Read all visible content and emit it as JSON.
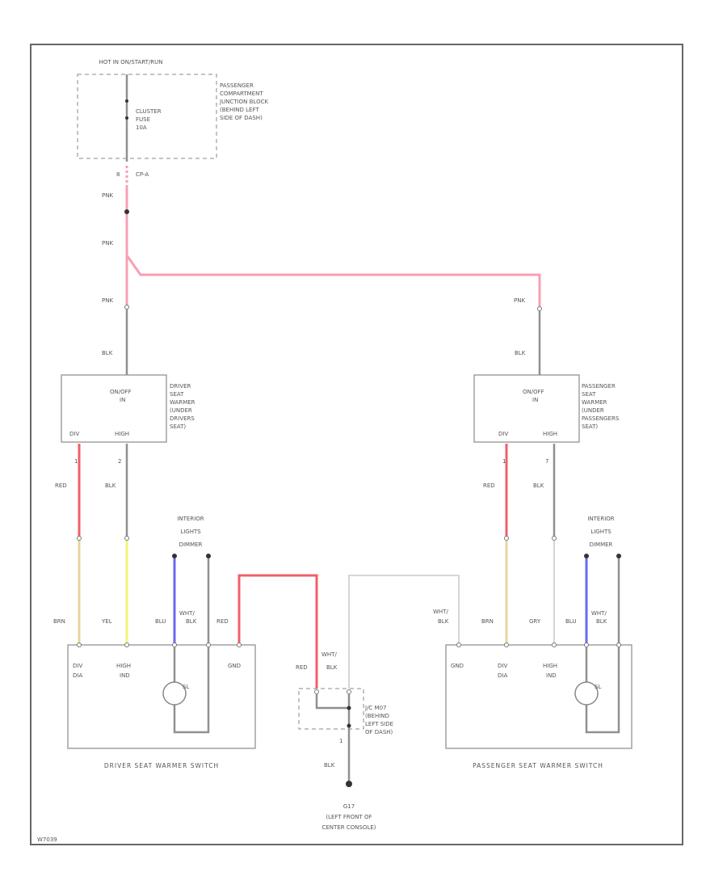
{
  "hot_label": "HOT IN ON/START/RUN",
  "fuse": {
    "line1": "CLUSTER",
    "line2": "FUSE",
    "line3": "10A"
  },
  "junction_block": {
    "line1": "PASSENGER",
    "line2": "COMPARTMENT",
    "line3": "JUNCTION BLOCK",
    "line4": "(BEHIND LEFT",
    "line5": "SIDE OF DASH)"
  },
  "connector": {
    "pin": "8",
    "name": "CP-A"
  },
  "wire_colors": {
    "pnk": "PNK",
    "blk": "BLK",
    "red": "RED",
    "brn": "BRN",
    "yel": "YEL",
    "blu": "BLU",
    "wht_blk": "WHT/",
    "gry": "GRY"
  },
  "driver_heater": {
    "on_label": "ON/OFF",
    "on_in": "IN",
    "name1": "DRIVER",
    "name2": "SEAT",
    "name3": "WARMER",
    "name4": "(UNDER",
    "name5": "DRIVERS",
    "name6": "SEAT)",
    "pin_lo": "DIV",
    "pin_hi": "HIGH",
    "num1": "1",
    "num2": "2"
  },
  "pass_heater": {
    "on_label": "ON/OFF",
    "on_in": "IN",
    "name1": "PASSENGER",
    "name2": "SEAT",
    "name3": "WARMER",
    "name4": "(UNDER",
    "name5": "PASSENGERS",
    "name6": "SEAT)",
    "pin_lo": "DIV",
    "pin_hi": "HIGH",
    "num1": "1",
    "num2": "7"
  },
  "interior_lights": {
    "line1": "INTERIOR",
    "line2": "LIGHTS",
    "line3": "DIMMER"
  },
  "driver_switch": {
    "caption": "DRIVER SEAT WARMER SWITCH",
    "t1a": "DIV",
    "t1b": "DIA",
    "t2a": "HIGH",
    "t2b": "IND",
    "t3": "GND",
    "lamp": "SL"
  },
  "pass_switch": {
    "caption": "PASSENGER SEAT WARMER SWITCH",
    "t1": "GND",
    "t2a": "DIV",
    "t2b": "DIA",
    "t3a": "HIGH",
    "t3b": "IND",
    "lamp": "SL"
  },
  "jc": {
    "line1": "J/C M07",
    "line2": "(BEHIND",
    "line3": "LEFT SIDE",
    "line4": "OF DASH)",
    "pin": "1"
  },
  "ground": {
    "name": "G17",
    "line2": "(LEFT FRONT OF",
    "line3": "CENTER CONSOLE)"
  },
  "figure_id": "W7039"
}
